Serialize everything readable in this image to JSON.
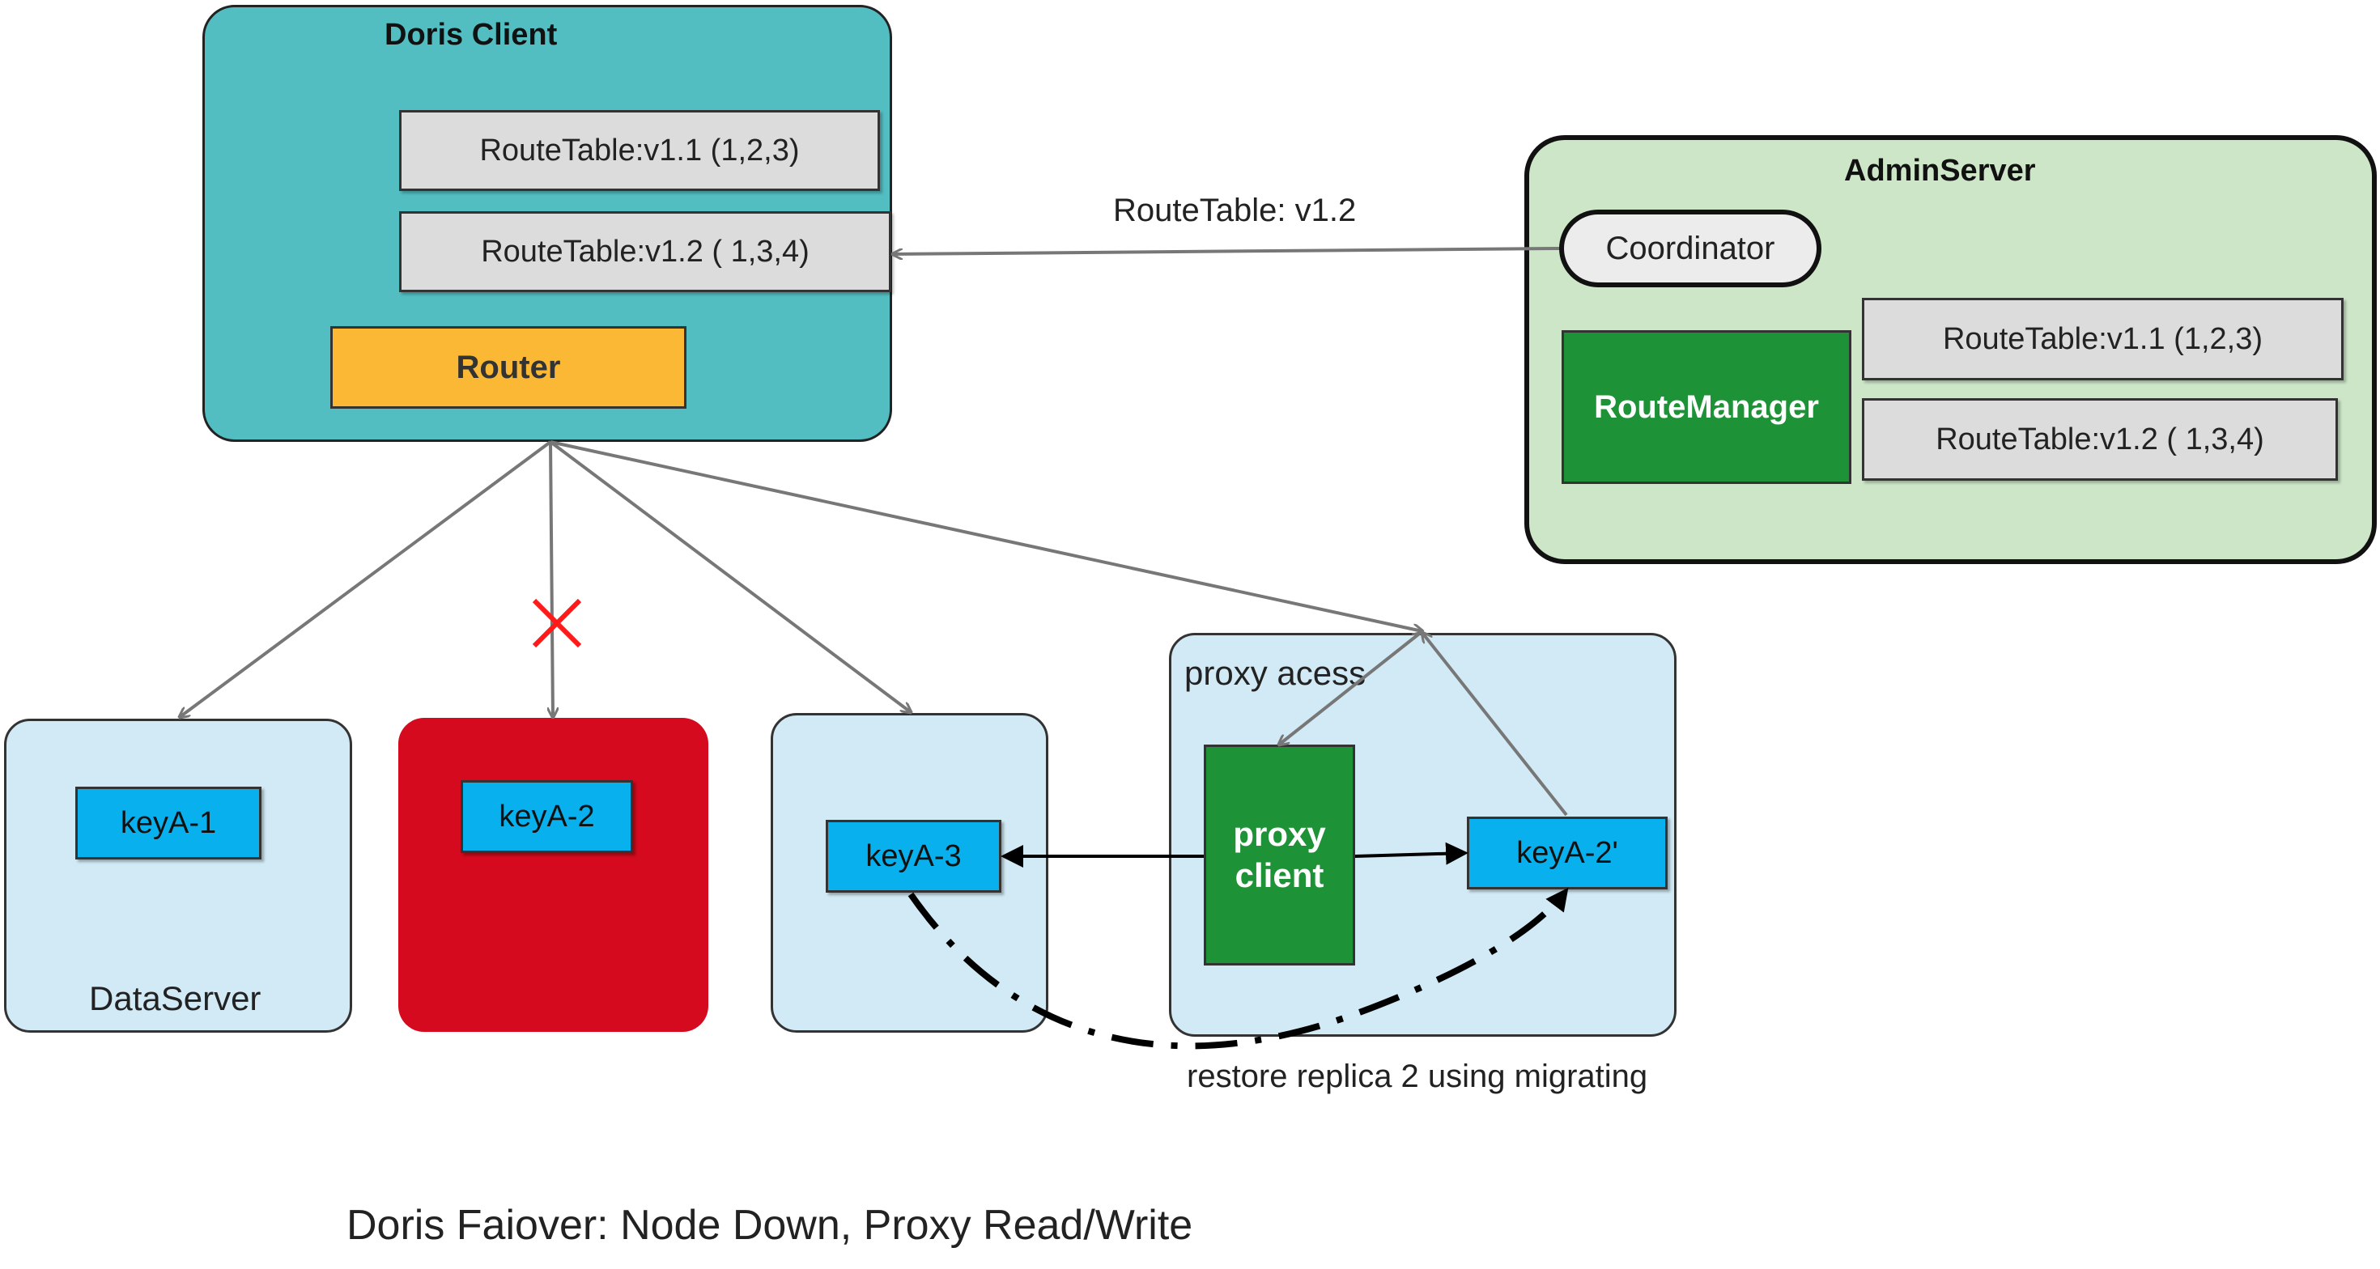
{
  "doris_client": {
    "title": "Doris Client",
    "routetable_v11": "RouteTable:v1.1 (1,2,3)",
    "routetable_v12": "RouteTable:v1.2 ( 1,3,4)",
    "router": "Router"
  },
  "admin_server": {
    "title": "AdminServer",
    "coordinator": "Coordinator",
    "route_manager": "RouteManager",
    "routetable_v11": "RouteTable:v1.1 (1,2,3)",
    "routetable_v12": "RouteTable:v1.2 ( 1,3,4)"
  },
  "edge_labels": {
    "routetable_push": "RouteTable: v1.2",
    "restore": "restore replica 2  using migrating"
  },
  "data_servers": {
    "node1_key": "keyA-1",
    "node1_label": "DataServer",
    "node2_key": "keyA-2",
    "node3_key": "keyA-3"
  },
  "proxy": {
    "title": "proxy acess",
    "client_line1": "proxy",
    "client_line2": "client",
    "migrated_key": "keyA-2'"
  },
  "caption": "Doris Faiover: Node Down, Proxy Read/Write",
  "colors": {
    "client_bg": "#52bec2",
    "admin_bg": "#cde6c8",
    "node_bg": "#d1eaf5",
    "node_down": "#d50a1e",
    "router": "#fbb834",
    "route_manager": "#1e9236",
    "key": "#08b1ed",
    "failure_mark": "#ff1a1a"
  }
}
